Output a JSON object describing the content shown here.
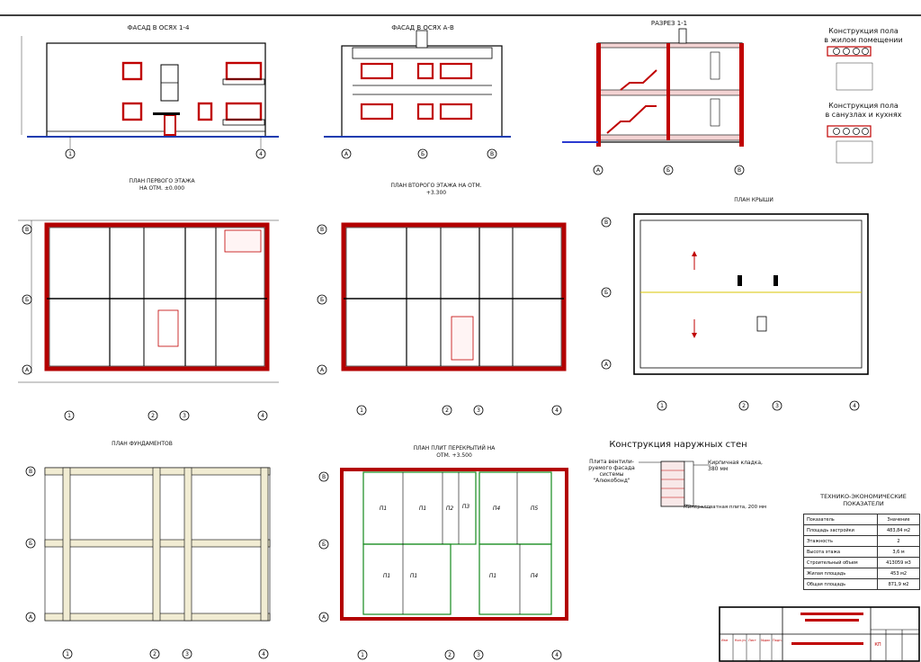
{
  "titles": {
    "facade_1_4": "ФАСАД В ОСЯХ 1-4",
    "facade_a_v": "ФАСАД В ОСЯХ А-В",
    "section_1_1": "РАЗРЕЗ 1-1",
    "floor_living": "Конструкция пола\nв жилом помещении",
    "floor_wet": "Конструкция пола\nв санузлах и кухнях",
    "plan_first": "ПЛАН ПЕРВОГО ЭТАЖА\nНА ОТМ. ±0.000",
    "plan_second": "ПЛАН ВТОРОГО ЭТАЖА НА ОТМ.\n+3.300",
    "plan_roof": "ПЛАН КРЫШИ",
    "plan_foundation": "ПЛАН ФУНДАМЕНТОВ",
    "plan_slabs": "ПЛАН ПЛИТ ПЕРЕКРЫТИЙ НА\nОТМ. +3.500",
    "walls": "Конструкция наружных стен"
  },
  "wall_labels": {
    "panel": "Плита вентили-\nруемого фасада\nсистемы\n\"Алюкобонд\"",
    "brick": "Кирпичная кладка,\n380 мм",
    "wool": "Минераловатная плита, 200 мм"
  },
  "tep": {
    "title": "ТЕХНИКО-ЭКОНОМИЧЕСКИЕ\nПОКАЗАТЕЛИ",
    "header": [
      "Показатель",
      "Значение"
    ],
    "rows": [
      [
        "Площадь застройки",
        "483,84 м2"
      ],
      [
        "Этажность",
        "2"
      ],
      [
        "Высота этажа",
        "3,6 м"
      ],
      [
        "Строительный объем",
        "413059 м3"
      ],
      [
        "Жилая площадь",
        "453 м2"
      ],
      [
        "Общая площадь",
        "871,9 м2"
      ]
    ]
  },
  "axis_labels": {
    "num": [
      "1",
      "2",
      "3",
      "4"
    ],
    "let": [
      "А",
      "Б",
      "В"
    ]
  },
  "slab_labels": {
    "top": [
      "П1",
      "П1",
      "П2",
      "П3",
      "П4",
      "П5"
    ],
    "bottom": [
      "П1",
      "П1",
      "П1",
      "П4"
    ]
  },
  "stamp": {
    "sheet": "КП",
    "header": [
      "Изм",
      "Кол.уч",
      "Лист",
      "№док",
      "Подп.",
      "Дата"
    ]
  }
}
